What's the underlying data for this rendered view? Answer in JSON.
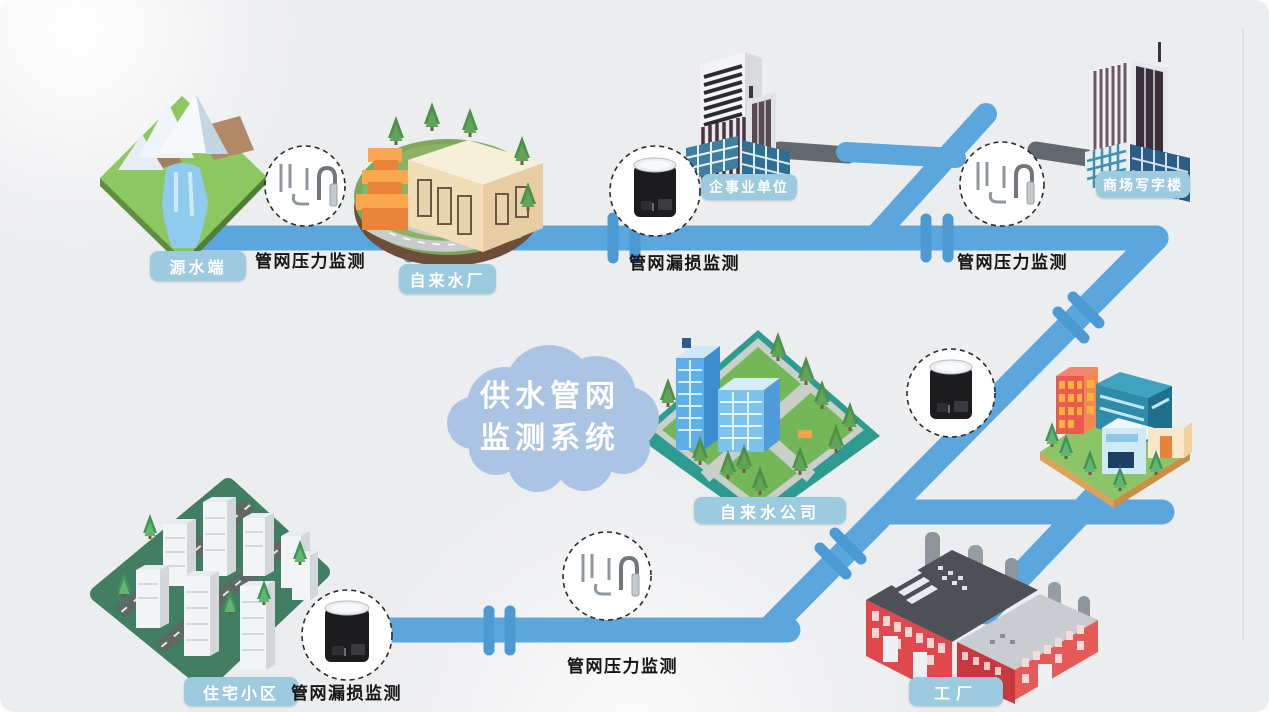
{
  "system": {
    "cloud_line1": "供水管网",
    "cloud_line2": "监测系统"
  },
  "nodes": {
    "source": "源水端",
    "water_plant": "自来水厂",
    "enterprise": "企事业单位",
    "mall_office": "商场写字楼",
    "water_company": "自来水公司",
    "residential": "住宅小区",
    "factory": "工厂"
  },
  "monitor_labels": {
    "pressure_left": "管网压力监测",
    "leak_top": "管网漏损监测",
    "pressure_right": "管网压力监测",
    "pressure_bottom": "管网压力监测",
    "leak_bottom": "管网漏损监测"
  },
  "icons": {
    "pressure_monitor_icon": "faucet-pressure-gauge",
    "leak_monitor_icon": "black-data-logger-cylinder"
  },
  "colors": {
    "pipe": "#5BA6DD",
    "pipe_coupling": "#4C9AD2",
    "gray_pipe": "#63686E",
    "label_pill_bg": "#9CCADE",
    "label_pill_text": "#FFFFFF",
    "note_text": "#151515",
    "cloud_fill": "#ABC4E4",
    "background": "#ECEDEF"
  }
}
